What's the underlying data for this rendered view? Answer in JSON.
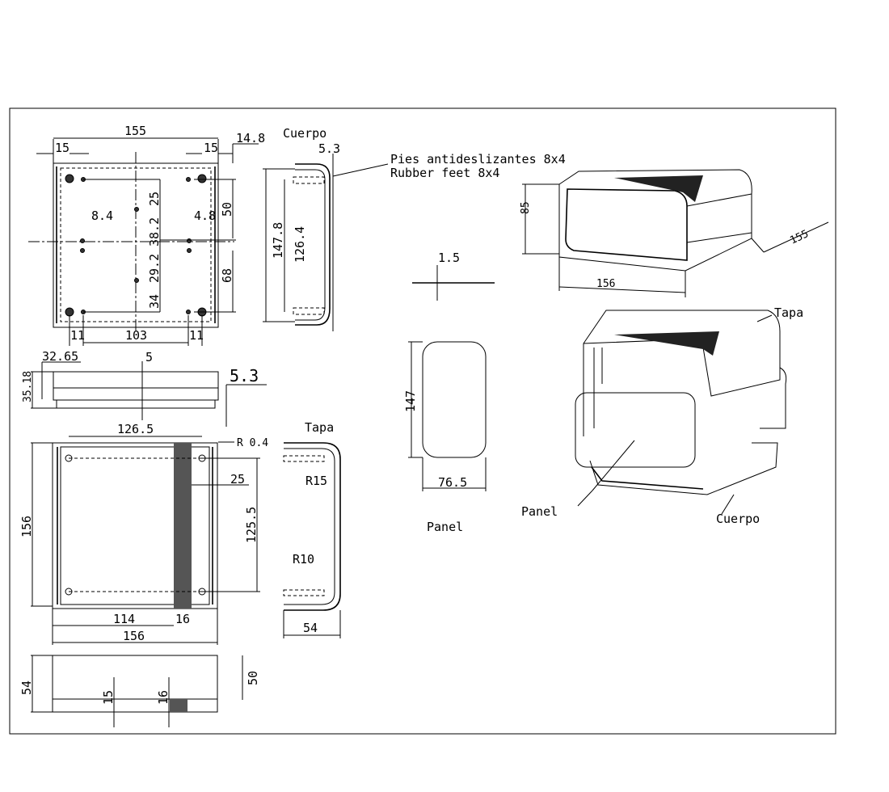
{
  "drawing": {
    "top_view": {
      "width": "155",
      "left_15": "15",
      "right_15": "15",
      "edge": "14.8",
      "v25": "25",
      "v50": "50",
      "d84": "8.4",
      "d48": "4.8",
      "v382": "38.2",
      "v292": "29.2",
      "v68": "68",
      "v34": "34",
      "b11a": "11",
      "b103": "103",
      "b11b": "11"
    },
    "cuerpo_side": {
      "title": "Cuerpo",
      "w53": "5.3",
      "h1478": "147.8",
      "h1264": "126.4"
    },
    "feet_note": {
      "es": "Pies antideslizantes 8x4",
      "en": "Rubber feet 8x4"
    },
    "front_view": {
      "d3265": "32.65",
      "d5": "5",
      "h3518": "35.18",
      "d53": "5.3"
    },
    "lid_top": {
      "w1265": "126.5",
      "r04": "R 0.4",
      "d25": "25",
      "h1255": "125.5",
      "h156": "156",
      "w114": "114",
      "w16": "16",
      "w156": "156"
    },
    "tapa_side": {
      "title": "Tapa",
      "r15": "R15",
      "r10": "R10",
      "w54": "54"
    },
    "lid_front": {
      "h54": "54",
      "h50": "50",
      "d15": "15",
      "d16": "16"
    },
    "panel": {
      "thick": "1.5",
      "h147": "147",
      "w765": "76.5",
      "title": "Panel"
    },
    "iso": {
      "h85": "85",
      "d155": "155",
      "w156": "156",
      "tapa": "Tapa",
      "panel": "Panel",
      "cuerpo": "Cuerpo"
    }
  }
}
